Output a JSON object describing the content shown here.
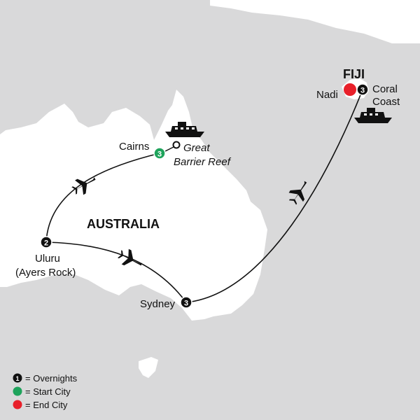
{
  "map": {
    "colors": {
      "ocean": "#d9d9da",
      "land": "#ffffff",
      "route": "#111111",
      "start_city": "#1ea35b",
      "end_city": "#e8202a"
    },
    "country_label": "AUSTRALIA",
    "stops": [
      {
        "id": "cairns",
        "label": "Cairns",
        "nights": "3",
        "type": "start"
      },
      {
        "id": "uluru",
        "label_line1": "Uluru",
        "label_line2": "(Ayers Rock)",
        "nights": "2",
        "type": "overnight"
      },
      {
        "id": "sydney",
        "label": "Sydney",
        "nights": "3",
        "type": "overnight"
      },
      {
        "id": "nadi",
        "label": "Nadi",
        "type": "end"
      },
      {
        "id": "coral-coast",
        "label_line1": "Coral",
        "label_line2": "Coast",
        "nights": "3",
        "type": "overnight"
      }
    ],
    "excursion": {
      "label_line1": "Great",
      "label_line2": "Barrier Reef",
      "icon": "ship-icon"
    },
    "fiji_label": "FIJI",
    "legend": [
      {
        "marker": "overnight",
        "number": "1",
        "text": "= Overnights"
      },
      {
        "marker": "start",
        "text": "= Start City"
      },
      {
        "marker": "end",
        "text": "= End City"
      }
    ]
  }
}
